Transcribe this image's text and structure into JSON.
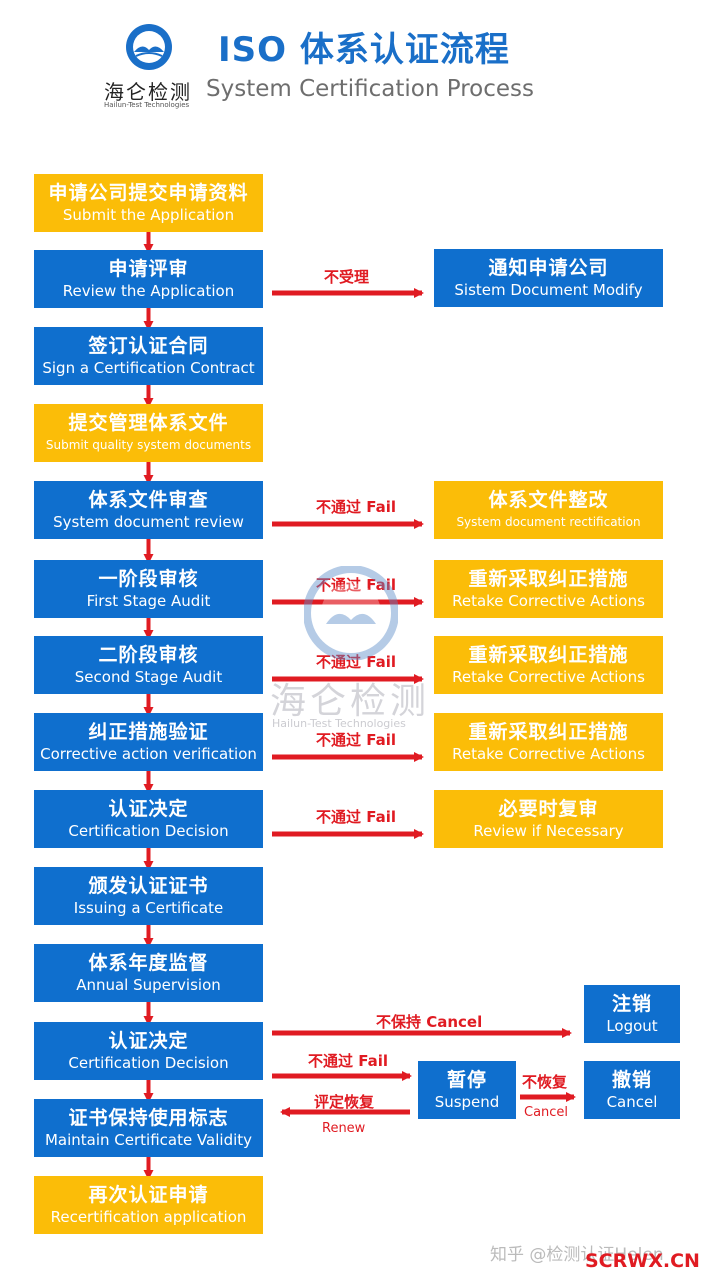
{
  "header": {
    "title": "ISO 体系认证流程",
    "subtitle": "System Certification Process",
    "logo_name": "海仑检测",
    "logo_en": "Hailun-Test Technologies"
  },
  "steps": [
    {
      "zh": "申请公司提交申请资料",
      "en": "Submit the Application",
      "color": "#fbbd08"
    },
    {
      "zh": "申请评审",
      "en": "Review the Application",
      "color": "#0f6fce"
    },
    {
      "zh": "签订认证合同",
      "en": "Sign a Certification Contract",
      "color": "#0f6fce"
    },
    {
      "zh": "提交管理体系文件",
      "en": "Submit quality system documents",
      "color": "#fbbd08"
    },
    {
      "zh": "体系文件审查",
      "en": "System document review",
      "color": "#0f6fce"
    },
    {
      "zh": "一阶段审核",
      "en": "First Stage Audit",
      "color": "#0f6fce"
    },
    {
      "zh": "二阶段审核",
      "en": "Second Stage Audit",
      "color": "#0f6fce"
    },
    {
      "zh": "纠正措施验证",
      "en": "Corrective action verification",
      "color": "#0f6fce"
    },
    {
      "zh": "认证决定",
      "en": "Certification Decision",
      "color": "#0f6fce"
    },
    {
      "zh": "颁发认证证书",
      "en": "Issuing a Certificate",
      "color": "#0f6fce"
    },
    {
      "zh": "体系年度监督",
      "en": "Annual Supervision",
      "color": "#0f6fce"
    },
    {
      "zh": "认证决定",
      "en": "Certification Decision",
      "color": "#0f6fce"
    },
    {
      "zh": "证书保持使用标志",
      "en": "Maintain Certificate Validity",
      "color": "#0f6fce"
    },
    {
      "zh": "再次认证申请",
      "en": "Recertification application",
      "color": "#fbbd08"
    }
  ],
  "branches": [
    {
      "zh": "通知申请公司",
      "en": "Sistem Document Modify",
      "color": "#0f6fce",
      "arrow_label": "不受理"
    },
    {
      "zh": "体系文件整改",
      "en": "System document rectification",
      "color": "#fbbd08",
      "arrow_label": "不通过 Fail"
    },
    {
      "zh": "重新采取纠正措施",
      "en": "Retake Corrective Actions",
      "color": "#fbbd08",
      "arrow_label": "不通过 Fail"
    },
    {
      "zh": "重新采取纠正措施",
      "en": "Retake Corrective Actions",
      "color": "#fbbd08",
      "arrow_label": "不通过 Fail"
    },
    {
      "zh": "重新采取纠正措施",
      "en": "Retake Corrective Actions",
      "color": "#fbbd08",
      "arrow_label": "不通过 Fail"
    },
    {
      "zh": "必要时复审",
      "en": "Review if Necessary",
      "color": "#fbbd08",
      "arrow_label": "不通过 Fail"
    }
  ],
  "bottom": {
    "logout": {
      "zh": "注销",
      "en": "Logout"
    },
    "suspend": {
      "zh": "暂停",
      "en": "Suspend"
    },
    "cancel": {
      "zh": "撤销",
      "en": "Cancel"
    },
    "label_cancel": "不保持 Cancel",
    "label_fail": "不通过 Fail",
    "label_renew_zh": "评定恢复",
    "label_renew_en": "Renew",
    "label_norecover_zh": "不恢复",
    "label_norecover_en": "Cancel"
  },
  "watermark": {
    "cn": "海仑检测",
    "en": "Hailun-Test Technologies",
    "footer": "知乎 @检测认证Helen",
    "site": "SCRWX.CN"
  },
  "colors": {
    "blue": "#0f6fce",
    "yellow": "#fbbd08",
    "red": "#e01b22"
  }
}
